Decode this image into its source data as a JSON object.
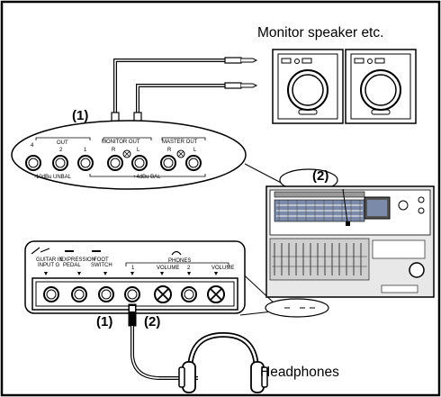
{
  "labels": {
    "monitor_speaker": "Monitor speaker etc.",
    "headphones": "Headphones",
    "callout_1_top": "(1)",
    "callout_2_right": "(2)",
    "callout_1_bottom": "(1)",
    "callout_2_bottom": "(2)"
  },
  "rear_panel": {
    "out_group": "OUT",
    "out_jacks": [
      "4",
      "2",
      "1"
    ],
    "monitor_out": "MONITOR OUT",
    "monitor_jacks": [
      "R",
      "L"
    ],
    "master_out": "MASTER OUT",
    "master_jacks": [
      "R",
      "L"
    ],
    "unbal": "-10dBu UNBAL",
    "bal": "+4dBu BAL"
  },
  "front_panel": {
    "guitar_in": "GUITAR IN",
    "input": "INPUT G",
    "expression": "EXPRESSION",
    "pedal": "PEDAL",
    "foot": "FOOT",
    "switch": "SWITCH",
    "phones": "PHONES",
    "ch1": "1",
    "ch2": "2",
    "volume1": "VOLUME",
    "volume2": "VOLUME"
  },
  "colors": {
    "line": "#000000",
    "background": "#ffffff",
    "device": "#e8e8e8"
  }
}
